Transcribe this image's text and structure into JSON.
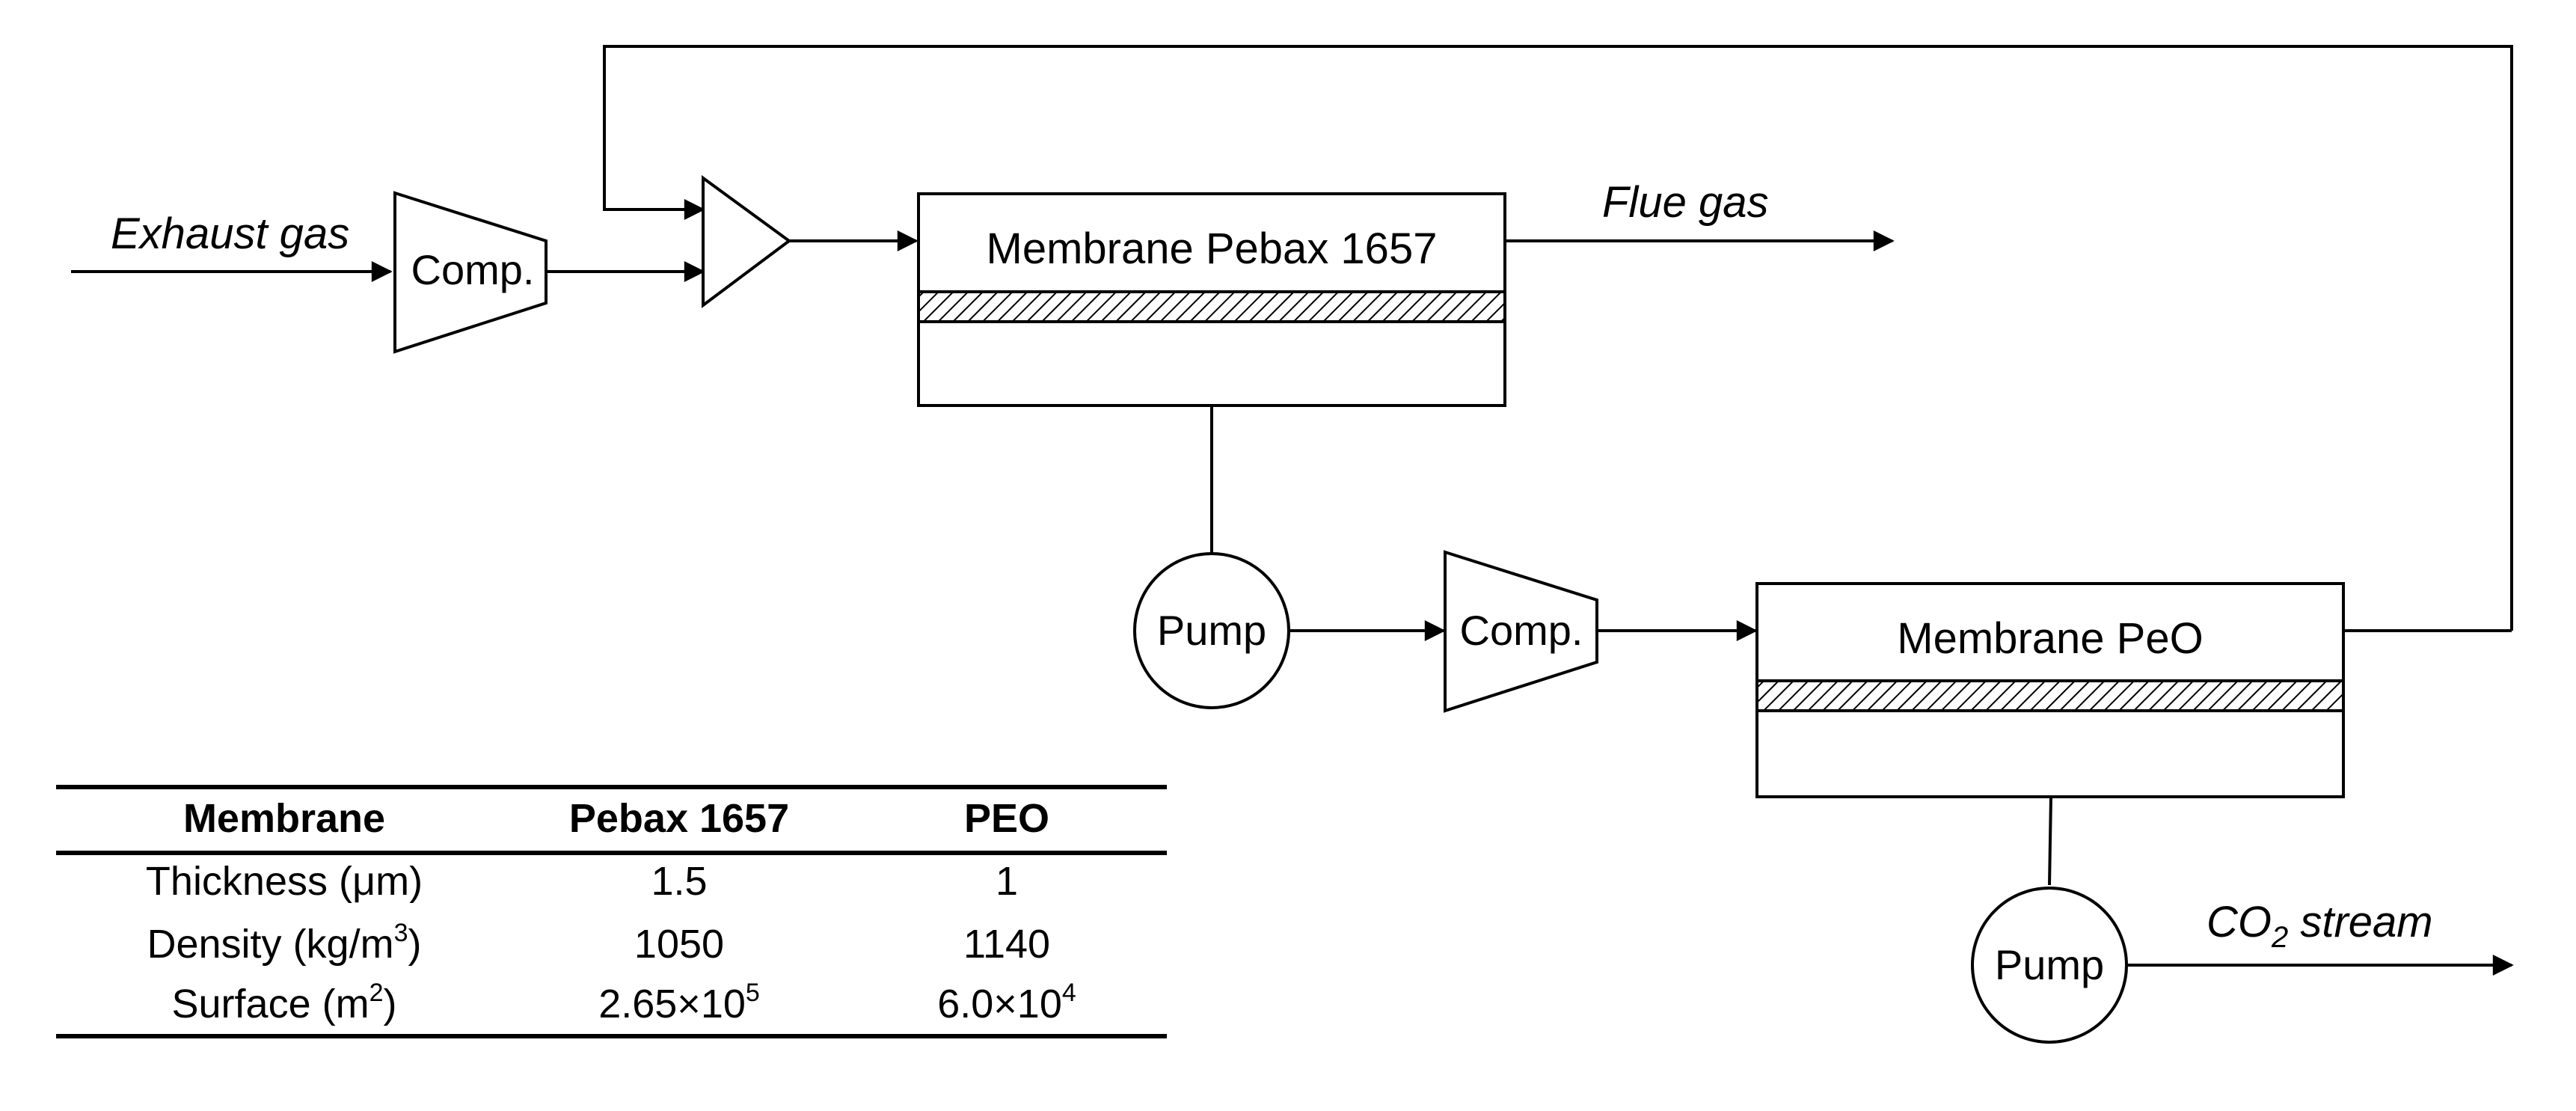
{
  "labels": {
    "exhaust_gas": "Exhaust gas",
    "compressor_1": "Comp.",
    "compressor_2": "Comp.",
    "membrane_1": "Membrane Pebax 1657",
    "membrane_2": "Membrane PeO",
    "flue_gas": "Flue gas",
    "pump_1": "Pump",
    "pump_2": "Pump",
    "co2_stream_prefix": "CO",
    "co2_stream_subscript": "2",
    "co2_stream_suffix": " stream"
  },
  "table": {
    "headers": [
      "Membrane",
      "Pebax 1657",
      "PEO"
    ],
    "rows": [
      {
        "label": "Thickness (μm)",
        "label_sup": "",
        "label_suffix": "",
        "values": [
          {
            "base": "1.5",
            "sup": ""
          },
          {
            "base": "1",
            "sup": ""
          }
        ]
      },
      {
        "label": "Density (kg/m",
        "label_sup": "3",
        "label_suffix": ")",
        "values": [
          {
            "base": "1050",
            "sup": ""
          },
          {
            "base": "1140",
            "sup": ""
          }
        ]
      },
      {
        "label": "Surface (m",
        "label_sup": "2",
        "label_suffix": ")",
        "values": [
          {
            "base": "2.65×10",
            "sup": "5"
          },
          {
            "base": "6.0×10",
            "sup": "4"
          }
        ]
      }
    ]
  }
}
